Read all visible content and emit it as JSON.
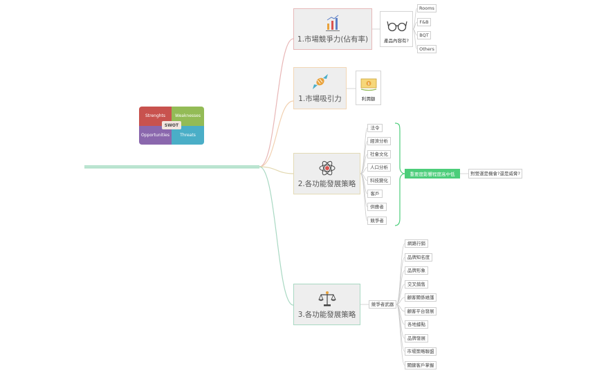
{
  "swot": {
    "strengths": "Strenghts",
    "weaknesses": "Weaknesses",
    "opportunities": "Opportunities",
    "threats": "Threats",
    "center": "SWOT",
    "colors": {
      "strengths": "#c8524e",
      "weaknesses": "#93bb56",
      "opportunities": "#8a67ad",
      "threats": "#4aaec7"
    }
  },
  "branches": [
    {
      "title": "1.市場競爭力(佔有率)",
      "icon": "bar-chart-icon",
      "border": "#e6b8b8"
    },
    {
      "title": "1.市場吸引力",
      "icon": "candy-icon",
      "border": "#f2d6b5"
    },
    {
      "title": "2.各功能發展策略",
      "icon": "atom-icon",
      "border": "#e3dab5"
    },
    {
      "title": "3.各功能發展策略",
      "icon": "scale-icon",
      "border": "#a8d8c2"
    }
  ],
  "b1": {
    "card_label": "產品內容有?",
    "card_icon": "glasses-icon",
    "items": [
      "Rooms",
      "F&B",
      "BQT",
      "Others"
    ]
  },
  "b2": {
    "card_label": "利潤額",
    "card_icon": "money-icon"
  },
  "b3": {
    "items": [
      "法令",
      "經濟分析",
      "社會文化",
      "人口分析",
      "科技變化",
      "客戶",
      "供應者",
      "競爭者"
    ],
    "summary": "重要度影響程度高中低",
    "result": "對營運是機會?還是威脅?"
  },
  "b4": {
    "hub": "競爭者武器",
    "items": [
      "網路行銷",
      "品牌知名度",
      "品牌形象",
      "交叉銷售",
      "顧客關係維護",
      "顧客平台發展",
      "各地據點",
      "品牌發展",
      "市場策略聯盟",
      "關鍵客戶掌握"
    ]
  }
}
